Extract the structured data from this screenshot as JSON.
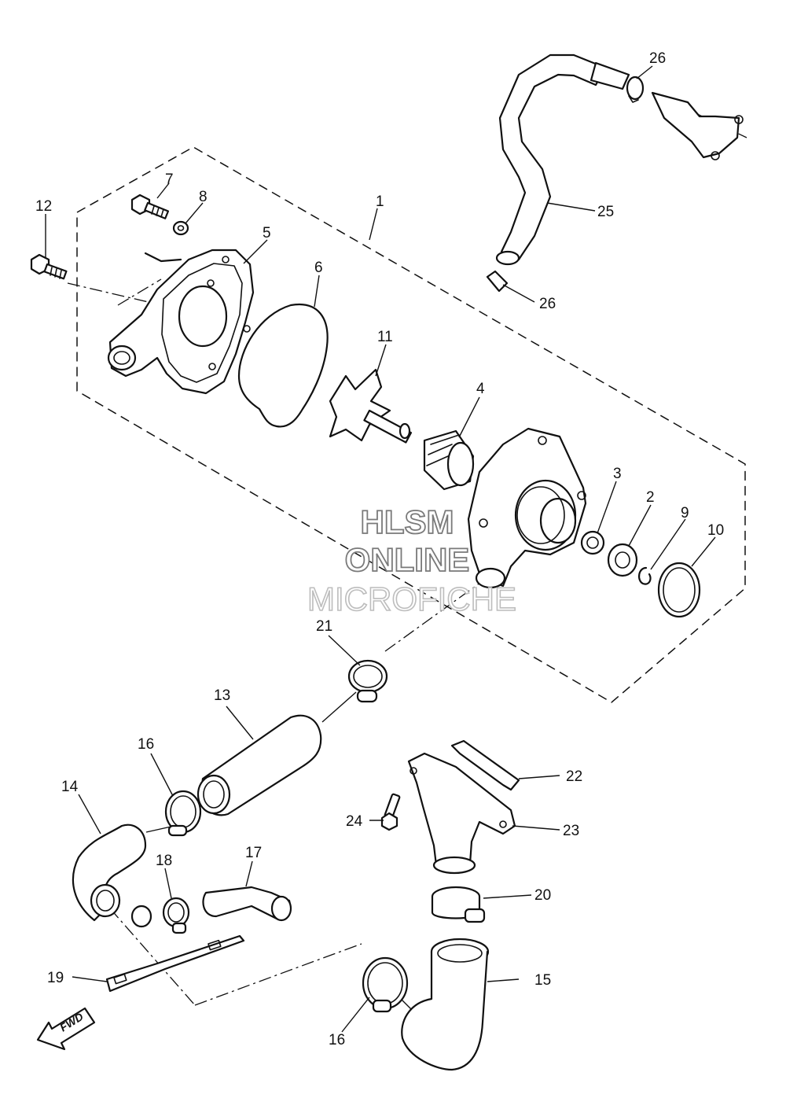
{
  "labels": {
    "p1": "1",
    "p2": "2",
    "p3": "3",
    "p4": "4",
    "p5": "5",
    "p6": "6",
    "p7": "7",
    "p8": "8",
    "p9": "9",
    "p10": "10",
    "p11": "11",
    "p12": "12",
    "p13": "13",
    "p14": "14",
    "p15": "15",
    "p16a": "16",
    "p16b": "16",
    "p17": "17",
    "p18": "18",
    "p19": "19",
    "p20": "20",
    "p21": "21",
    "p22": "22",
    "p23": "23",
    "p24": "24",
    "p25": "25",
    "p26a": "26",
    "p26b": "26"
  },
  "watermark": {
    "line1": "HLSM",
    "line2": "ONLINE",
    "line3": "MICROFICHE"
  },
  "direction_marker": {
    "text": "FWD",
    "icon": "fwd-arrow-icon"
  }
}
